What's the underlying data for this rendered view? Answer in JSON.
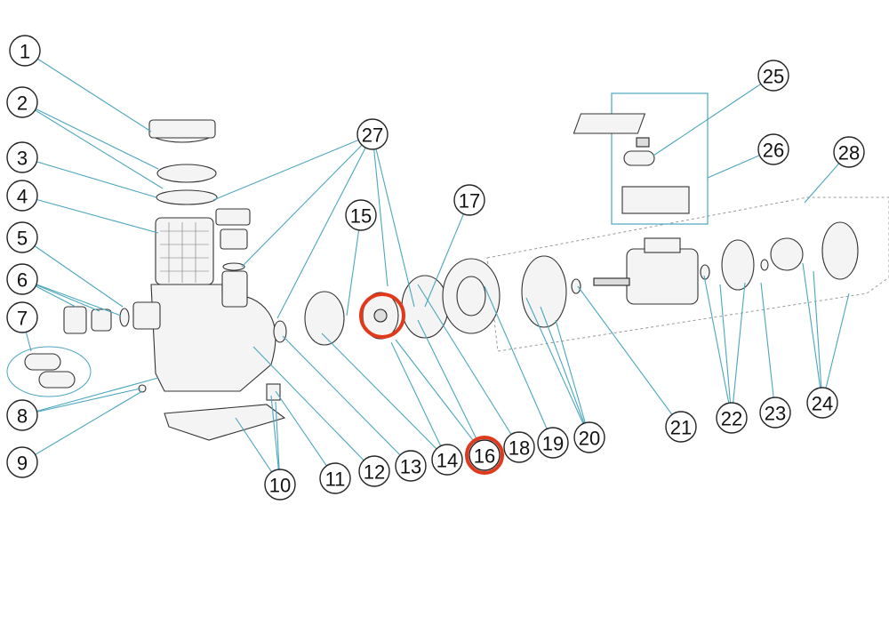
{
  "callouts": [
    "1",
    "2",
    "3",
    "4",
    "5",
    "6",
    "7",
    "8",
    "9",
    "10",
    "11",
    "12",
    "13",
    "14",
    "15",
    "16",
    "17",
    "18",
    "19",
    "20",
    "21",
    "22",
    "23",
    "24",
    "25",
    "26",
    "27",
    "28"
  ],
  "colors": {
    "leader_line": "#4aa6bd",
    "highlight": "#e0391c",
    "callout_stroke": "#222222",
    "part_stroke": "#333333"
  }
}
